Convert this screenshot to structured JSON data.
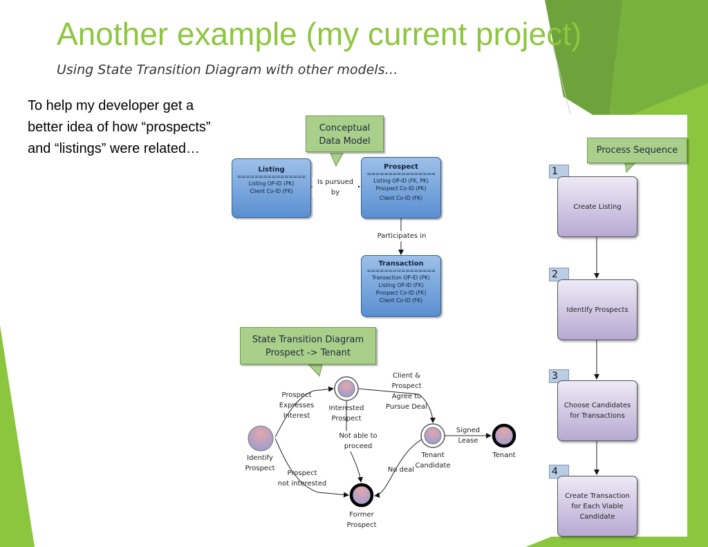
{
  "slide": {
    "title": "Another example (my current project)",
    "subtitle": "Using State Transition Diagram with other models…",
    "intro_lines": [
      "To help my developer get a",
      "better idea of how “prospects”",
      "and “listings” were related…"
    ]
  },
  "colors": {
    "title_green": "#8dc63f",
    "accent_green": "#7cbf34",
    "callout_green": "#a9cf8b",
    "entity_blue": "#5b8fd2",
    "step_purple": "#b7a9d2",
    "state_red": "#d98b96"
  },
  "data_model": {
    "callout": [
      "Conceptual",
      "Data Model"
    ],
    "entities": {
      "listing": {
        "name": "Listing",
        "separator": "================",
        "attrs": [
          "Listing OP-ID (PK)",
          "Client Co-ID (FK)"
        ]
      },
      "prospect": {
        "name": "Prospect",
        "separator": "================",
        "attrs": [
          "Listing OP-ID (FK, PK)",
          "Prospect Co-ID (PK)",
          "Client Co-ID (FK)"
        ]
      },
      "transaction": {
        "name": "Transaction",
        "separator": "================",
        "attrs": [
          "Transaction OP-ID (PK)",
          "Listing OP-ID (FK)",
          "Prospect Co-ID (FK)",
          "Client Co-ID (FK)"
        ]
      }
    },
    "relations": {
      "is_pursued_by": [
        "Is pursued",
        "by"
      ],
      "participates_in": "Participates in"
    }
  },
  "state_diagram": {
    "callout": [
      "State Transition Diagram",
      "Prospect -> Tenant"
    ],
    "states": {
      "identify_prospect": [
        "Identify",
        "Prospect"
      ],
      "interested_prospect": [
        "Interested",
        "Prospect"
      ],
      "tenant_candidate": [
        "Tenant",
        "Candidate"
      ],
      "tenant": "Tenant",
      "former_prospect": [
        "Former",
        "Prospect"
      ]
    },
    "transitions": {
      "expresses_interest": [
        "Prospect",
        "Expresses",
        "Interest"
      ],
      "not_interested": [
        "Prospect",
        "not interested"
      ],
      "agree_to_pursue": [
        "Client &",
        "Prospect",
        "Agree to",
        "Pursue Deal"
      ],
      "not_able": [
        "Not able to",
        "proceed"
      ],
      "signed_lease": [
        "Signed",
        "Lease"
      ],
      "no_deal": "No deal"
    }
  },
  "process": {
    "callout": "Process Sequence",
    "steps": [
      {
        "num": "1",
        "lines": [
          "Create Listing"
        ]
      },
      {
        "num": "2",
        "lines": [
          "Identify Prospects"
        ]
      },
      {
        "num": "3",
        "lines": [
          "Choose Candidates",
          "for Transactions"
        ]
      },
      {
        "num": "4",
        "lines": [
          "Create Transaction",
          "for Each Viable",
          "Candidate"
        ]
      }
    ]
  }
}
